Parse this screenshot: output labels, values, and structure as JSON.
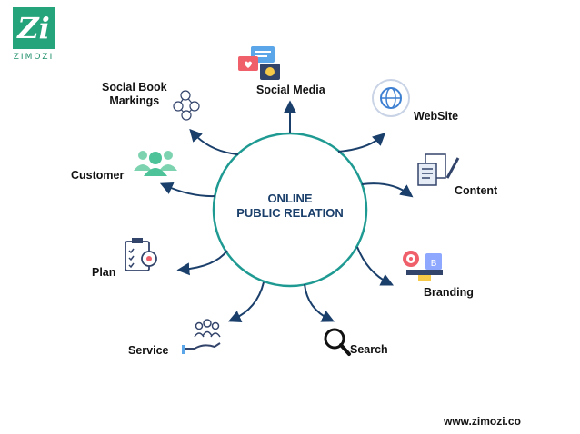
{
  "logo": {
    "mark": "Zi",
    "wordmark": "ZIMOZI"
  },
  "center": {
    "line1": "ONLINE",
    "line2": "PUBLIC RELATION"
  },
  "nodes": {
    "social_media": "Social Media",
    "website": "WebSite",
    "content": "Content",
    "branding": "Branding",
    "search": "Search",
    "service": "Service",
    "plan": "Plan",
    "customer": "Customer",
    "bookmarking_1": "Social Book",
    "bookmarking_2": "Markings"
  },
  "footer": "www.zimozi.co",
  "colors": {
    "accent": "#1e9a92",
    "arrow": "#1a3f6b",
    "brand": "#25a37a"
  }
}
